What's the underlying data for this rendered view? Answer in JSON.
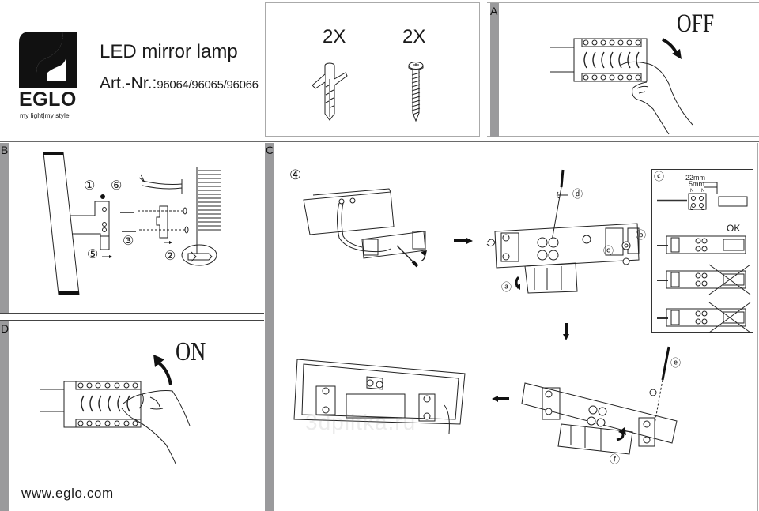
{
  "header": {
    "brand": "EGLO",
    "tagline": "my light|my style",
    "product_title": "LED mirror lamp",
    "art_label": "Art.-Nr.:",
    "art_numbers": "96064/96065/96066"
  },
  "parts": {
    "items": [
      {
        "qty": "2X",
        "icon": "wall-plug-icon"
      },
      {
        "qty": "2X",
        "icon": "screw-icon"
      }
    ]
  },
  "sections": {
    "A": {
      "label": "A",
      "text": "OFF"
    },
    "B": {
      "label": "B",
      "callouts": [
        "①",
        "⑥",
        "③",
        "⑤",
        "②"
      ]
    },
    "C": {
      "label": "C",
      "step": "④",
      "details": [
        "ⓓ",
        "ⓑ",
        "ⓒ",
        "ⓐ",
        "ⓔ",
        "ⓕ"
      ],
      "inset": {
        "label": "ⓒ",
        "dim1": "22mm",
        "dim2": "5mm",
        "n": "N",
        "l": "L",
        "ok": "OK"
      }
    },
    "D": {
      "label": "D",
      "text": "ON"
    }
  },
  "footer": {
    "website": "www.eglo.com"
  },
  "watermark": "3dplitka.ru",
  "colors": {
    "strip": "#9a9a9c",
    "ink": "#1a1a1a"
  }
}
